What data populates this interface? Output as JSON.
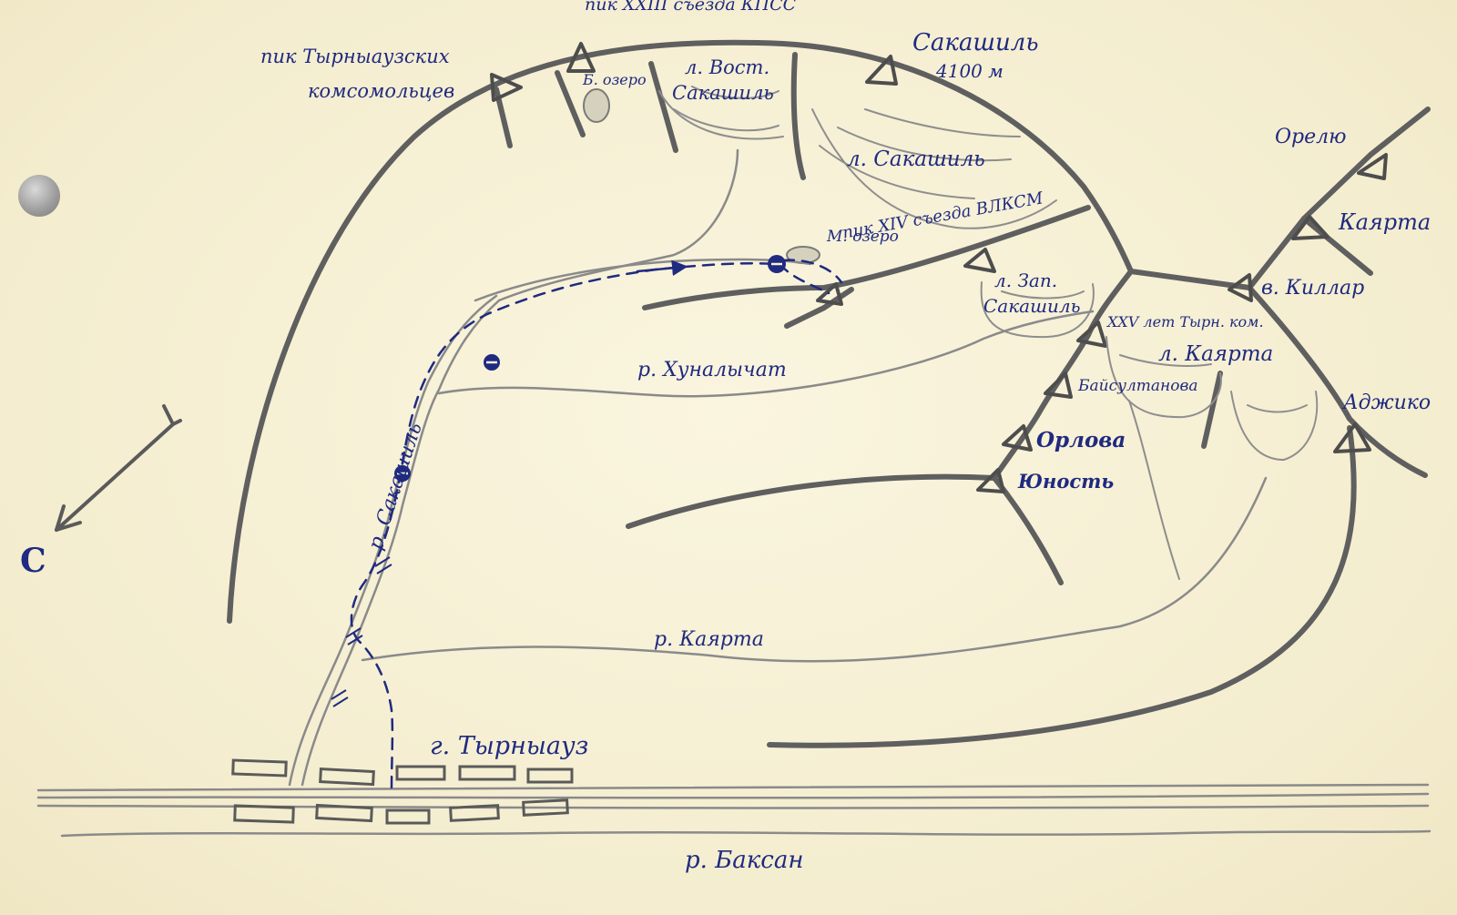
{
  "map": {
    "north_label": "С",
    "peaks": [
      {
        "id": "tyrnyauz-komsomol",
        "label_lines": [
          "пик Тырныаузских",
          "комсомольцев"
        ]
      },
      {
        "id": "xxiii-congress",
        "label": "пик XXIII съезда КПСС"
      },
      {
        "id": "sakashil-peak",
        "label_lines": [
          "Сакашиль",
          "4100 м"
        ]
      },
      {
        "id": "orelyu",
        "label": "Орелю"
      },
      {
        "id": "kayarta-peak",
        "label": "Каярта"
      },
      {
        "id": "v-killar",
        "label": "в. Киллар"
      },
      {
        "id": "adzhiko",
        "label": "Аджико"
      },
      {
        "id": "xiv-vlksm",
        "label": "пик XIV съезда ВЛКСМ"
      },
      {
        "id": "xxv-years",
        "label": "XXV лет Тырн. ком."
      },
      {
        "id": "baisultanova",
        "label": "Байсултанова"
      },
      {
        "id": "orlova",
        "label": "Орлова"
      },
      {
        "id": "yunost",
        "label": "Юность"
      }
    ],
    "lakes": [
      {
        "id": "b-ozero",
        "label": "Б. озеро"
      },
      {
        "id": "m-ozero",
        "label": "М. озеро"
      }
    ],
    "glaciers": [
      {
        "id": "l-vost-sakashil",
        "label_lines": [
          "л. Вост.",
          "Сакашиль"
        ]
      },
      {
        "id": "l-sakashil",
        "label": "л. Сакашиль"
      },
      {
        "id": "l-zap-sakashil",
        "label_lines": [
          "л. Зап.",
          "Сакашиль"
        ]
      },
      {
        "id": "l-kayarta",
        "label": "л. Каярта"
      }
    ],
    "rivers": [
      {
        "id": "r-khunalychat",
        "label": "р. Хуналычат"
      },
      {
        "id": "r-sakashil",
        "label": "р. Сакашиль"
      },
      {
        "id": "r-kayarta",
        "label": "р. Каярта"
      },
      {
        "id": "r-baksan",
        "label": "р. Баксан"
      }
    ],
    "town": {
      "label": "г. Тырныауз"
    }
  }
}
